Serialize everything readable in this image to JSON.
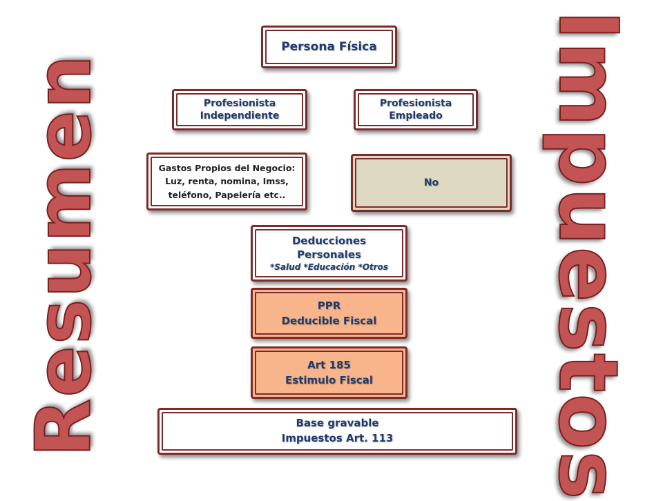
{
  "side_text": {
    "left": "Resumen",
    "right": "Impuestos"
  },
  "boxes": {
    "persona_fisica": "Persona Física",
    "prof_independiente": [
      "Profesionista",
      "Independiente"
    ],
    "prof_empleado": [
      "Profesionista",
      "Empleado"
    ],
    "gastos": [
      "Gastos  Propios del Negocio:",
      "Luz, renta, nomina, Imss,",
      "teléfono, Papelería etc.."
    ],
    "no": "No",
    "deducciones": [
      "Deducciones",
      "Personales",
      "*Salud *Educación *Otros"
    ],
    "ppr": [
      "PPR",
      "Deducible Fiscal"
    ],
    "art185": [
      "Art 185",
      "Estimulo Fiscal"
    ],
    "base": [
      "Base gravable",
      "Impuestos Art. 113"
    ]
  },
  "colors": {
    "border": "#7d2a2a",
    "salmon": "#f8b48a",
    "tan": "#ddd8c0",
    "text_blue": "#1f3b6e",
    "side_word": "#c25454"
  }
}
